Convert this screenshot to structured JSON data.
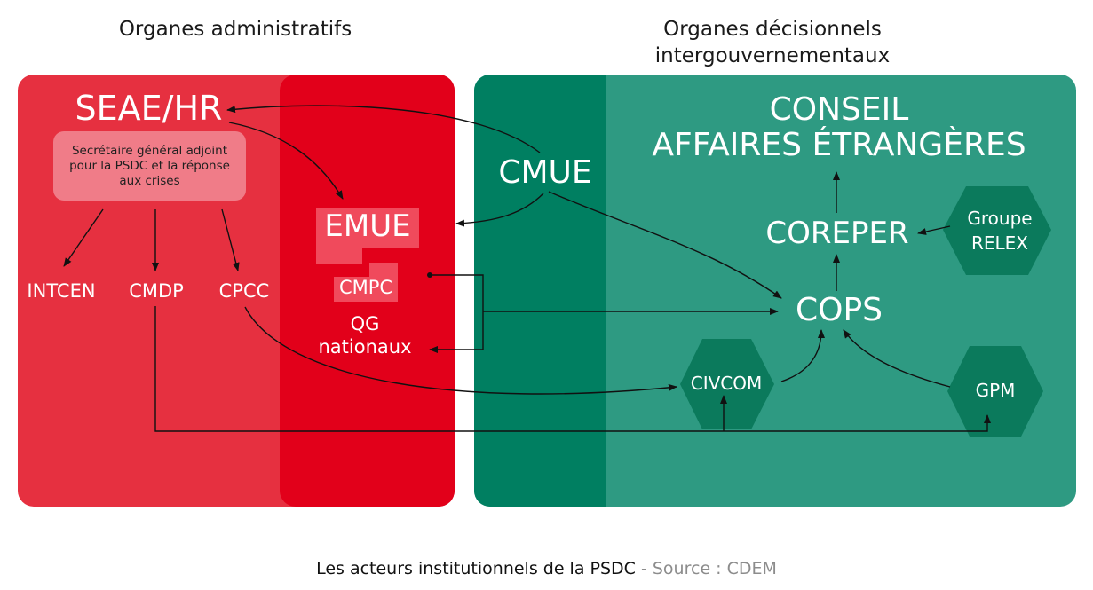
{
  "headings": {
    "admin": "Organes administratifs",
    "decision_line1": "Organes décisionnels",
    "decision_line2": "intergouvernementaux"
  },
  "admin": {
    "seae": "SEAE/HR",
    "sga_line1": "Secrétaire général adjoint",
    "sga_line2": "pour la PSDC et la réponse",
    "sga_line3": "aux crises",
    "intcen": "INTCEN",
    "cmdp": "CMDP",
    "cpcc": "CPCC",
    "emue": "EMUE",
    "cmpc": "CMPC",
    "qg_line1": "QG",
    "qg_line2": "nationaux"
  },
  "decision": {
    "cmue": "CMUE",
    "conseil_line1": "CONSEIL",
    "conseil_line2": "AFFAIRES ÉTRANGÈRES",
    "coreper": "COREPER",
    "cops": "COPS",
    "civcom": "CIVCOM",
    "gpm": "GPM",
    "relex_line1": "Groupe",
    "relex_line2": "RELEX"
  },
  "caption": {
    "main": "Les acteurs institutionnels de la PSDC",
    "source": " - Source : CDEM"
  },
  "colors": {
    "admin_panel": "#e63040",
    "admin_inner": "#e2001a",
    "decision_panel": "#2e9a82",
    "decision_inner": "#007f61",
    "hexagon": "#0b7a5c"
  }
}
